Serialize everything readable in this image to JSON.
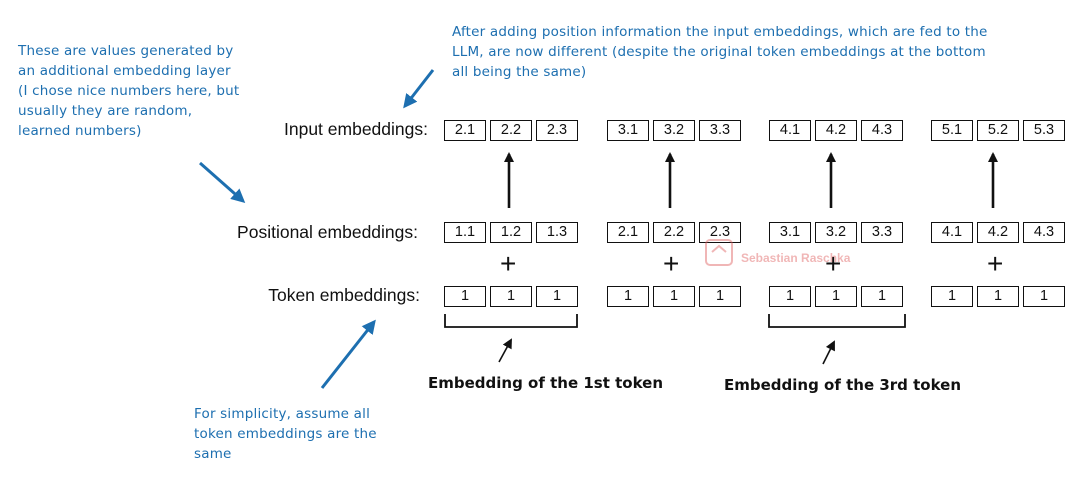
{
  "notes": {
    "top": "After adding position information the input embeddings, which are fed to the LLM, are now different (despite the original token embeddings at the bottom all being the same)",
    "left": "These are values generated by an additional embedding layer (I chose nice numbers here, but usually they are random, learned numbers)",
    "bottom": "For simplicity, assume all token embeddings are the same"
  },
  "labels": {
    "input": "Input embeddings:",
    "positional": "Positional embeddings:",
    "token": "Token embeddings:"
  },
  "groups": [
    {
      "input": [
        "2.1",
        "2.2",
        "2.3"
      ],
      "positional": [
        "1.1",
        "1.2",
        "1.3"
      ],
      "token": [
        "1",
        "1",
        "1"
      ]
    },
    {
      "input": [
        "3.1",
        "3.2",
        "3.3"
      ],
      "positional": [
        "2.1",
        "2.2",
        "2.3"
      ],
      "token": [
        "1",
        "1",
        "1"
      ]
    },
    {
      "input": [
        "4.1",
        "4.2",
        "4.3"
      ],
      "positional": [
        "3.1",
        "3.2",
        "3.3"
      ],
      "token": [
        "1",
        "1",
        "1"
      ]
    },
    {
      "input": [
        "5.1",
        "5.2",
        "5.3"
      ],
      "positional": [
        "4.1",
        "4.2",
        "4.3"
      ],
      "token": [
        "1",
        "1",
        "1"
      ]
    }
  ],
  "plus_symbol": "+",
  "captions": {
    "first": "Embedding of the 1st token",
    "third": "Embedding of the 3rd token"
  },
  "watermark": "Sebastian Raschka",
  "colors": {
    "annotation": "#1d6fb0",
    "ink": "#111111",
    "watermark": "#e06060"
  }
}
